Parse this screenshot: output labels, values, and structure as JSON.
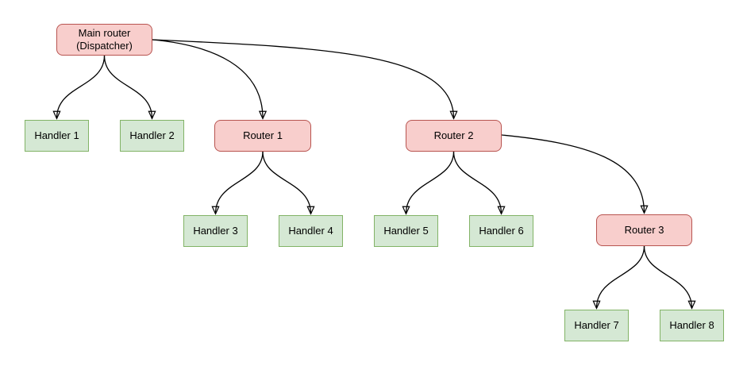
{
  "nodes": {
    "main": {
      "label": "Main router\n(Dispatcher)",
      "type": "router"
    },
    "handler1": {
      "label": "Handler 1",
      "type": "handler"
    },
    "handler2": {
      "label": "Handler 2",
      "type": "handler"
    },
    "router1": {
      "label": "Router 1",
      "type": "router"
    },
    "router2": {
      "label": "Router 2",
      "type": "router"
    },
    "handler3": {
      "label": "Handler 3",
      "type": "handler"
    },
    "handler4": {
      "label": "Handler 4",
      "type": "handler"
    },
    "handler5": {
      "label": "Handler 5",
      "type": "handler"
    },
    "handler6": {
      "label": "Handler 6",
      "type": "handler"
    },
    "router3": {
      "label": "Router 3",
      "type": "router"
    },
    "handler7": {
      "label": "Handler 7",
      "type": "handler"
    },
    "handler8": {
      "label": "Handler 8",
      "type": "handler"
    }
  },
  "edges": [
    {
      "from": "main",
      "to": "handler1"
    },
    {
      "from": "main",
      "to": "handler2"
    },
    {
      "from": "main",
      "to": "router1"
    },
    {
      "from": "main",
      "to": "router2"
    },
    {
      "from": "router1",
      "to": "handler3"
    },
    {
      "from": "router1",
      "to": "handler4"
    },
    {
      "from": "router2",
      "to": "handler5"
    },
    {
      "from": "router2",
      "to": "handler6"
    },
    {
      "from": "router2",
      "to": "router3"
    },
    {
      "from": "router3",
      "to": "handler7"
    },
    {
      "from": "router3",
      "to": "handler8"
    }
  ],
  "colors": {
    "router_fill": "#f8cecc",
    "router_border": "#b85450",
    "handler_fill": "#d5e8d4",
    "handler_border": "#82b366",
    "edge": "#000000",
    "background": "#ffffff"
  }
}
